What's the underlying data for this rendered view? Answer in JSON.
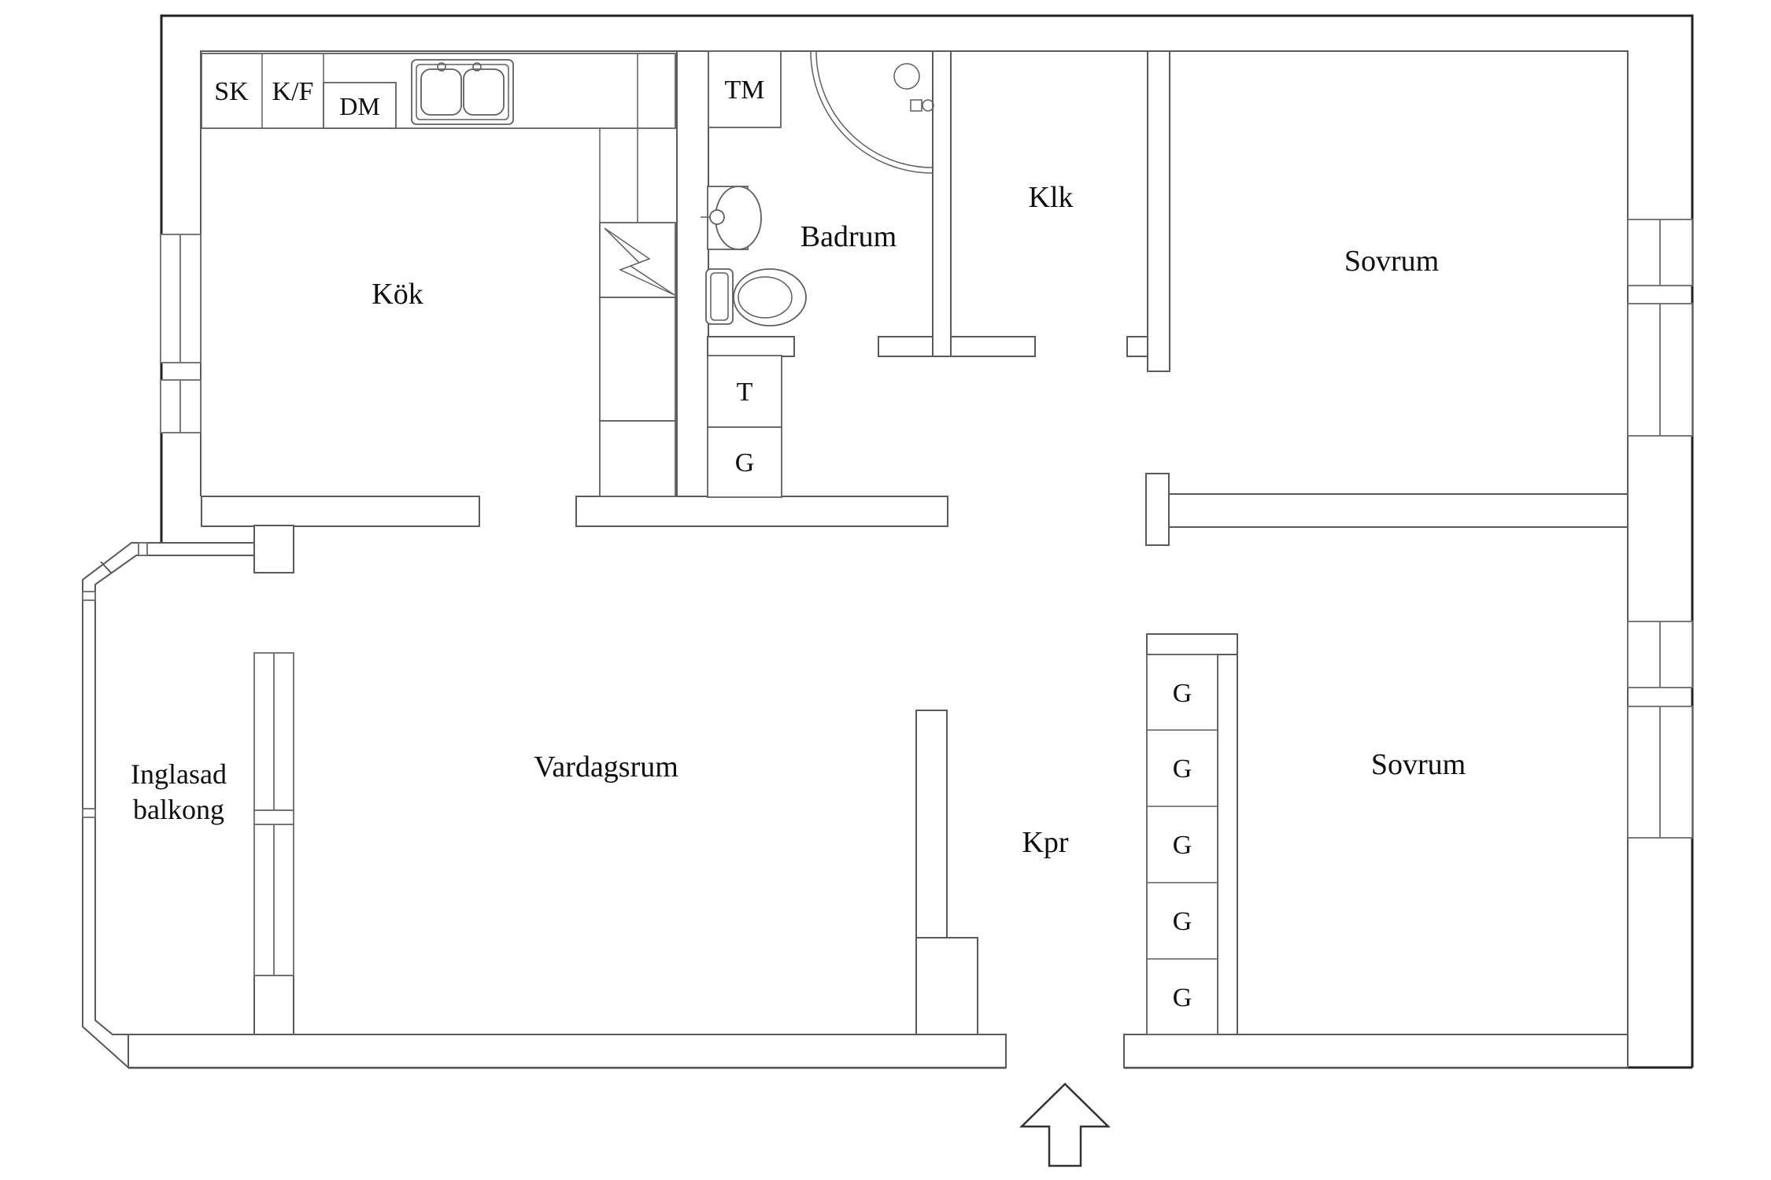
{
  "meta": {
    "type": "apartment-floor-plan",
    "language": "sv",
    "colors": {
      "background": "#ffffff",
      "interior_wall_line": "#5a5a5a",
      "outer_wall_line": "#1f1f1f",
      "text": "#0f0f0f"
    }
  },
  "rooms": {
    "kitchen": {
      "label": "Kök"
    },
    "bathroom": {
      "label": "Badrum"
    },
    "closet_room": {
      "label": "Klk"
    },
    "bedroom_top": {
      "label": "Sovrum"
    },
    "bedroom_bottom": {
      "label": "Sovrum"
    },
    "living_room": {
      "label": "Vardagsrum"
    },
    "entry_hall": {
      "label": "Kpr"
    },
    "balcony": {
      "label_line1": "Inglasad",
      "label_line2": "balkong"
    }
  },
  "fixtures": {
    "sk": {
      "label": "SK"
    },
    "kf": {
      "label": "K/F"
    },
    "dm": {
      "label": "DM"
    },
    "tm": {
      "label": "TM"
    },
    "t": {
      "label": "T"
    },
    "g_hall": {
      "label": "G"
    },
    "wardrobes": [
      "G",
      "G",
      "G",
      "G",
      "G"
    ]
  },
  "icons": {
    "kitchen_sink": "double-basin-sink-icon",
    "shower": "corner-shower-icon",
    "washbasin": "washbasin-icon",
    "toilet": "toilet-icon",
    "electrical_panel": "lightning-bolt-icon",
    "entrance_arrow": "entrance-arrow-icon"
  }
}
